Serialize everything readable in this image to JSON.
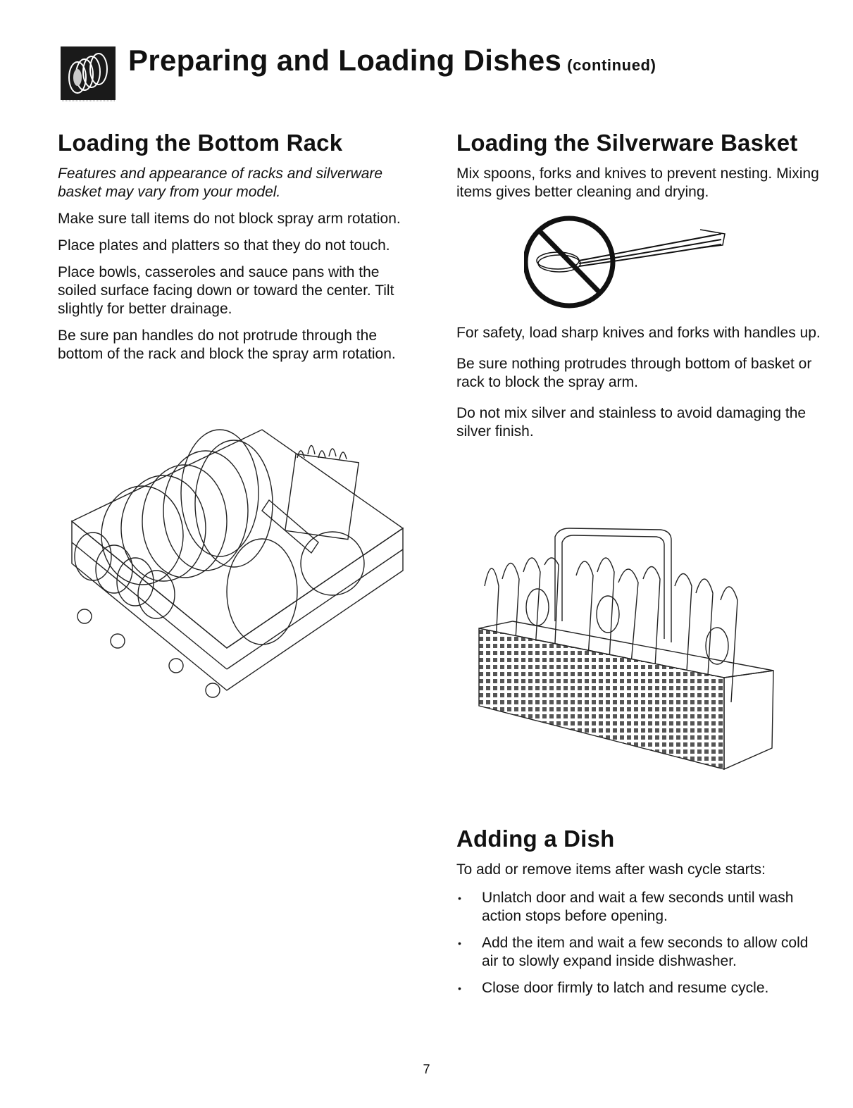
{
  "header": {
    "title": "Preparing and Loading Dishes",
    "continued": "(continued)",
    "icon": "dish-rack-icon"
  },
  "bottom_rack": {
    "heading": "Loading the Bottom Rack",
    "note": "Features and appearance of racks and silverware basket may vary from your model.",
    "paragraphs": [
      "Make sure tall items do not block spray arm rotation.",
      "Place plates and platters so that they do not touch.",
      "Place bowls, casseroles and sauce pans with the soiled surface facing down or toward the center. Tilt slightly for better drainage.",
      "Be sure pan handles do not protrude through the bottom of the rack and block the spray arm rotation."
    ]
  },
  "silverware": {
    "heading": "Loading the Silverware Basket",
    "intro": "Mix spoons, forks and knives to prevent nesting. Mixing items gives better cleaning and drying.",
    "paragraphs": [
      "For safety, load sharp knives and forks with handles up.",
      "Be sure nothing protrudes through bottom of basket or rack to block the spray arm.",
      "Do not mix silver and stainless to avoid damaging the silver finish."
    ]
  },
  "adding_dish": {
    "heading": "Adding a Dish",
    "intro": "To add or remove items after wash cycle starts:",
    "bullets": [
      "Unlatch door and wait a few seconds until wash action stops before opening.",
      "Add the item and wait a few seconds to allow cold air to slowly expand inside dishwasher.",
      "Close door firmly to latch and resume cycle."
    ]
  },
  "footer": {
    "page_number": "7"
  }
}
